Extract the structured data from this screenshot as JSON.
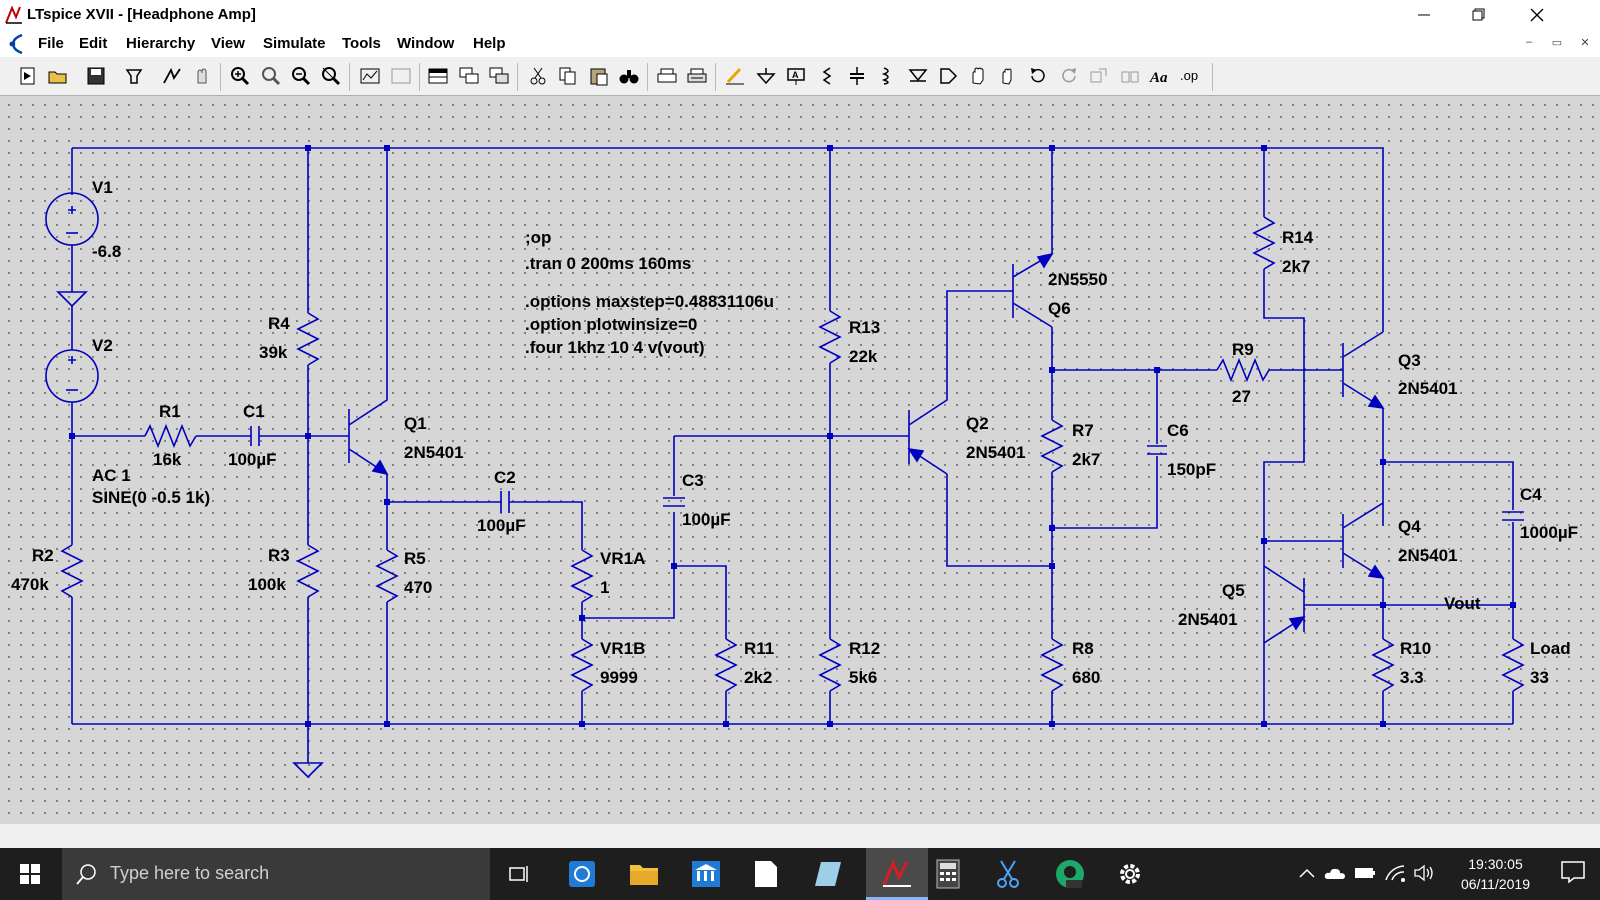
{
  "window": {
    "title": "LTspice XVII - [Headphone Amp]"
  },
  "menu": {
    "items": [
      "File",
      "Edit",
      "Hierarchy",
      "View",
      "Simulate",
      "Tools",
      "Window",
      "Help"
    ]
  },
  "toolbar": {
    "icons": [
      "new-schematic",
      "open",
      "save",
      "control-panel",
      "run",
      "halt",
      "zoom-in",
      "zoom-pan",
      "zoom-out",
      "zoom-fit",
      "autorange",
      "view-spice",
      "tile",
      "cascade",
      "arrange",
      "cut",
      "copy",
      "paste",
      "find",
      "print",
      "print-preview",
      "draw-wire",
      "ground",
      "label-net",
      "resistor",
      "capacitor",
      "inductor",
      "diode",
      "component",
      "move",
      "drag",
      "undo",
      "redo",
      "rotate",
      "mirror",
      "text",
      "spice-directive"
    ]
  },
  "schematic": {
    "components": {
      "v1_name": "V1",
      "v1_value": "-6.8",
      "v2_name": "V2",
      "r1_name": "R1",
      "r1_value": "16k",
      "c1_name": "C1",
      "c1_value": "100µF",
      "ac_spec": "AC 1",
      "sine_spec": "SINE(0 -0.5 1k)",
      "r2_name": "R2",
      "r2_value": "470k",
      "r4_name": "R4",
      "r4_value": "39k",
      "r3_name": "R3",
      "r3_value": "100k",
      "q1_name": "Q1",
      "q1_value": "2N5401",
      "r5_name": "R5",
      "r5_value": "470",
      "c2_name": "C2",
      "c2_value": "100µF",
      "vr1a_name": "VR1A",
      "vr1a_value": "1",
      "vr1b_name": "VR1B",
      "vr1b_value": "9999",
      "c3_name": "C3",
      "c3_value": "100µF",
      "r11_name": "R11",
      "r11_value": "2k2",
      "r13_name": "R13",
      "r13_value": "22k",
      "r12_name": "R12",
      "r12_value": "5k6",
      "q2_name": "Q2",
      "q2_value": "2N5401",
      "q6_value": "2N5550",
      "q6_name": "Q6",
      "r7_name": "R7",
      "r7_value": "2k7",
      "r8_name": "R8",
      "r8_value": "680",
      "c6_name": "C6",
      "c6_value": "150pF",
      "r9_name": "R9",
      "r9_value": "27",
      "r14_name": "R14",
      "r14_value": "2k7",
      "q3_name": "Q3",
      "q3_value": "2N5401",
      "q4_name": "Q4",
      "q4_value": "2N5401",
      "q5_name": "Q5",
      "q5_value": "2N5401",
      "r10_name": "R10",
      "r10_value": "3.3",
      "c4_name": "C4",
      "c4_value": "1000µF",
      "vout_label": "Vout",
      "load_name": "Load",
      "load_value": "33"
    },
    "directives": [
      ";op",
      ".tran 0 200ms 160ms",
      ".options maxstep=0.48831106u",
      ".option plotwinsize=0",
      ".four 1khz 10 4 v(vout)"
    ]
  },
  "taskbar": {
    "search_placeholder": "Type here to search",
    "time": "19:30:05",
    "date": "06/11/2019",
    "apps": [
      "task-view",
      "windows-security",
      "file-explorer",
      "library",
      "notepad",
      "paint-3d",
      "ltspice",
      "calculator",
      "snipping-tool",
      "edge-dev",
      "settings"
    ]
  },
  "colors": {
    "wire": "#0000c0",
    "canvas": "#d6d6d6",
    "grid_dot": "#6a6a6a",
    "taskbar": "#1e1e1e"
  }
}
